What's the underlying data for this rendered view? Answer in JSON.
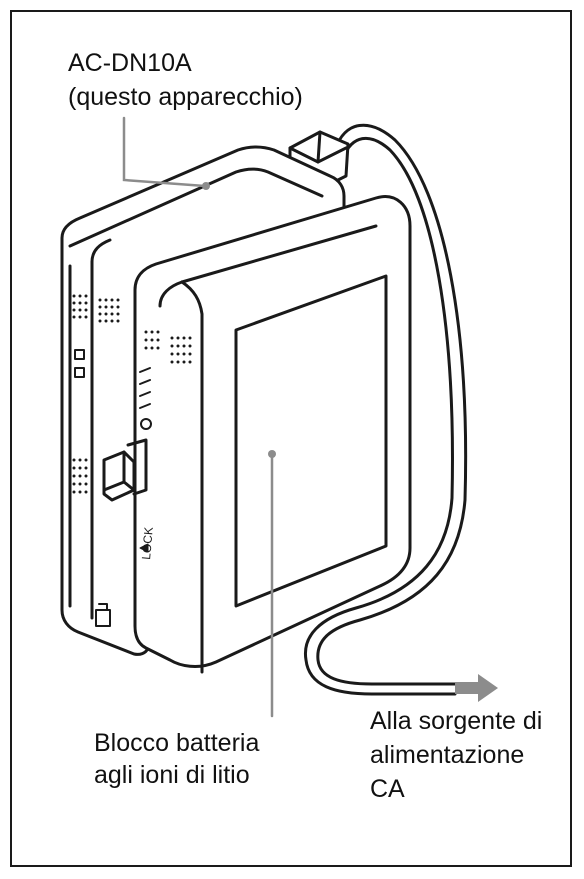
{
  "callouts": {
    "unit_name": "AC-DN10A",
    "unit_desc": "(questo apparecchio)",
    "battery_line1": "Blocco batteria",
    "battery_line2": "agli ioni di litio",
    "power_line1": "Alla sorgente di",
    "power_line2": "alimentazione",
    "power_line3": "CA"
  },
  "device": {
    "lock_text": "LOCK"
  },
  "colors": {
    "line": "#1a1a1a",
    "leader": "#8c8c8c",
    "arrow": "#8c8c8c"
  }
}
